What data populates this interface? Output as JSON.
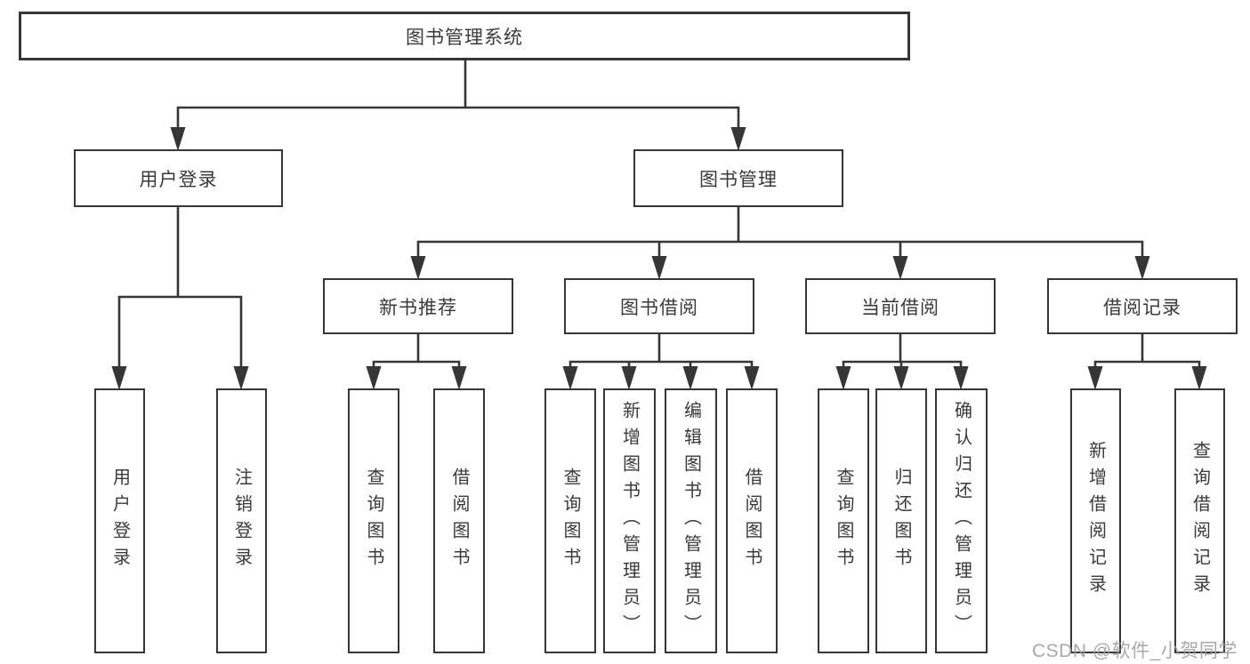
{
  "tree": {
    "root": {
      "label": "图书管理系统",
      "children": [
        {
          "label": "用户登录",
          "children": [
            {
              "label": "用户登录"
            },
            {
              "label": "注销登录"
            }
          ]
        },
        {
          "label": "图书管理",
          "children": [
            {
              "label": "新书推荐",
              "children": [
                {
                  "label": "查询图书"
                },
                {
                  "label": "借阅图书"
                }
              ]
            },
            {
              "label": "图书借阅",
              "children": [
                {
                  "label": "查询图书"
                },
                {
                  "label": "新增图书（管理员）"
                },
                {
                  "label": "编辑图书（管理员）"
                },
                {
                  "label": "借阅图书"
                }
              ]
            },
            {
              "label": "当前借阅",
              "children": [
                {
                  "label": "查询图书"
                },
                {
                  "label": "归还图书"
                },
                {
                  "label": "确认归还（管理员）"
                }
              ]
            },
            {
              "label": "借阅记录",
              "children": [
                {
                  "label": "新增借阅记录"
                },
                {
                  "label": "查询借阅记录"
                }
              ]
            }
          ]
        }
      ]
    }
  },
  "watermark": {
    "text": "CSDN @软件_小贺同学"
  },
  "colors": {
    "line": "#363636",
    "text": "#3a3a3a",
    "background": "#ffffff",
    "watermark": "#9e9e9e"
  }
}
